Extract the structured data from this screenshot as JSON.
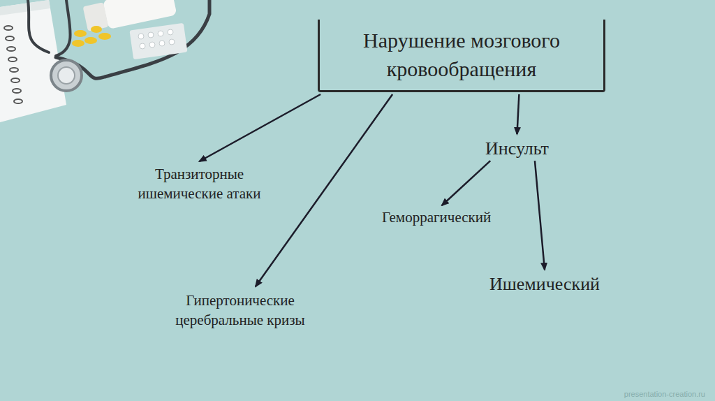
{
  "diagram": {
    "nodes": [
      {
        "text": [
          "Нарушение мозгового кровообращения"
        ]
      },
      {
        "text": [
          "Транзиторные ишемические атаки"
        ]
      },
      {
        "text": [
          "Инсульт"
        ]
      },
      {
        "text": [
          "Геморрагический"
        ]
      },
      {
        "text": [
          "Гипертонические церебральные кризы"
        ]
      },
      {
        "text": [
          "Ишемический"
        ]
      }
    ],
    "edges": [
      {
        "from": 0,
        "to": 1,
        "arrow": "to"
      },
      {
        "from": 0,
        "to": 4,
        "arrow": "to"
      },
      {
        "from": 0,
        "to": 2,
        "arrow": "to"
      },
      {
        "from": 2,
        "to": 3,
        "arrow": "to"
      },
      {
        "from": 2,
        "to": 5,
        "arrow": "to"
      }
    ],
    "labels": [
      "presentation-creation.ru"
    ]
  }
}
